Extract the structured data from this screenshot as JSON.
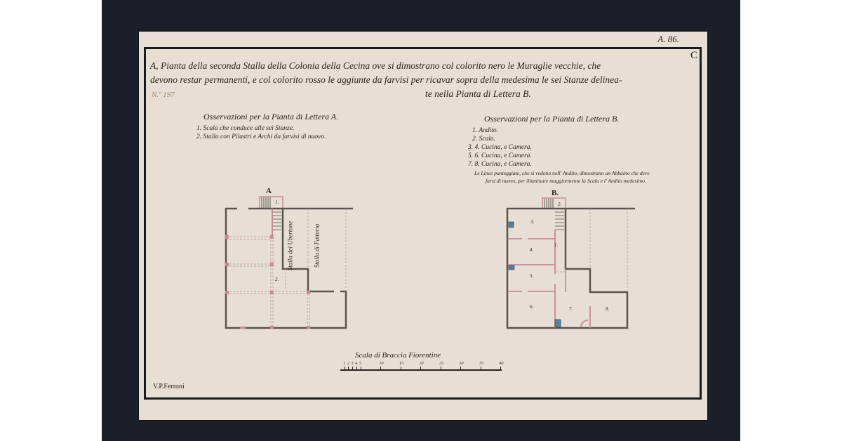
{
  "sheet": {
    "catalog_number": "A. 86.",
    "corner_letter": "C",
    "old_number": "N.º 197",
    "title_lines": [
      "A, Pianta della seconda Stalla della Colonia della Cecina ove si dimostrano col colorito nero le Muraglie vecchie, che",
      "devono restar permanenti, e col colorito rosso le aggiunte da farvisi per ricavar sopra della medesima le sei Stanze delinea-",
      "te nella Pianta di Lettera B."
    ],
    "notes_a": {
      "heading": "Osservazioni per la Pianta di Lettera A.",
      "items": [
        "1. Scala che conduce alle sei Stanze.",
        "2. Stalla con Pilastri e Archi da farvisi di nuovo."
      ]
    },
    "notes_b": {
      "heading": "Osservazioni per la Pianta di Lettera B.",
      "items": [
        "1. Andito.",
        "2. Scala.",
        "3. 4. Cucina, e Camera.",
        "5. 6. Cucina, e Camera.",
        "7. 8. Cucina, e Camera."
      ],
      "remark_lines": [
        "Le Linee punteggiate, che si vedono nell' Andito, dimostrano un Abbaino che deve",
        "farsi di nuovo, per illuminare maggiormente la Scala e l' Andito medesimo."
      ]
    },
    "plan_a": {
      "label": "A",
      "room_labels": [
        "1.",
        "2."
      ],
      "stable_labels": [
        "Stalla del Ubertone",
        "Stalla di Fattoria"
      ]
    },
    "plan_b": {
      "label": "B.",
      "room_labels": [
        "1.",
        "2.",
        "3.",
        "4.",
        "5.",
        "6.",
        "7.",
        "8."
      ]
    },
    "scale_bar": {
      "title": "Scala di Braccia Fiorentine",
      "ticks": [
        "1",
        "2",
        "3",
        "4",
        "5",
        "10",
        "15",
        "20",
        "25",
        "30",
        "35",
        "40"
      ]
    },
    "signature": "V.P.Ferroni"
  },
  "colors": {
    "old_walls": "#5a5550",
    "new_walls": "#c98a94",
    "fireplace": "#4f86a8",
    "paper": "#e7dfd5",
    "backdrop": "#1b1f27"
  }
}
